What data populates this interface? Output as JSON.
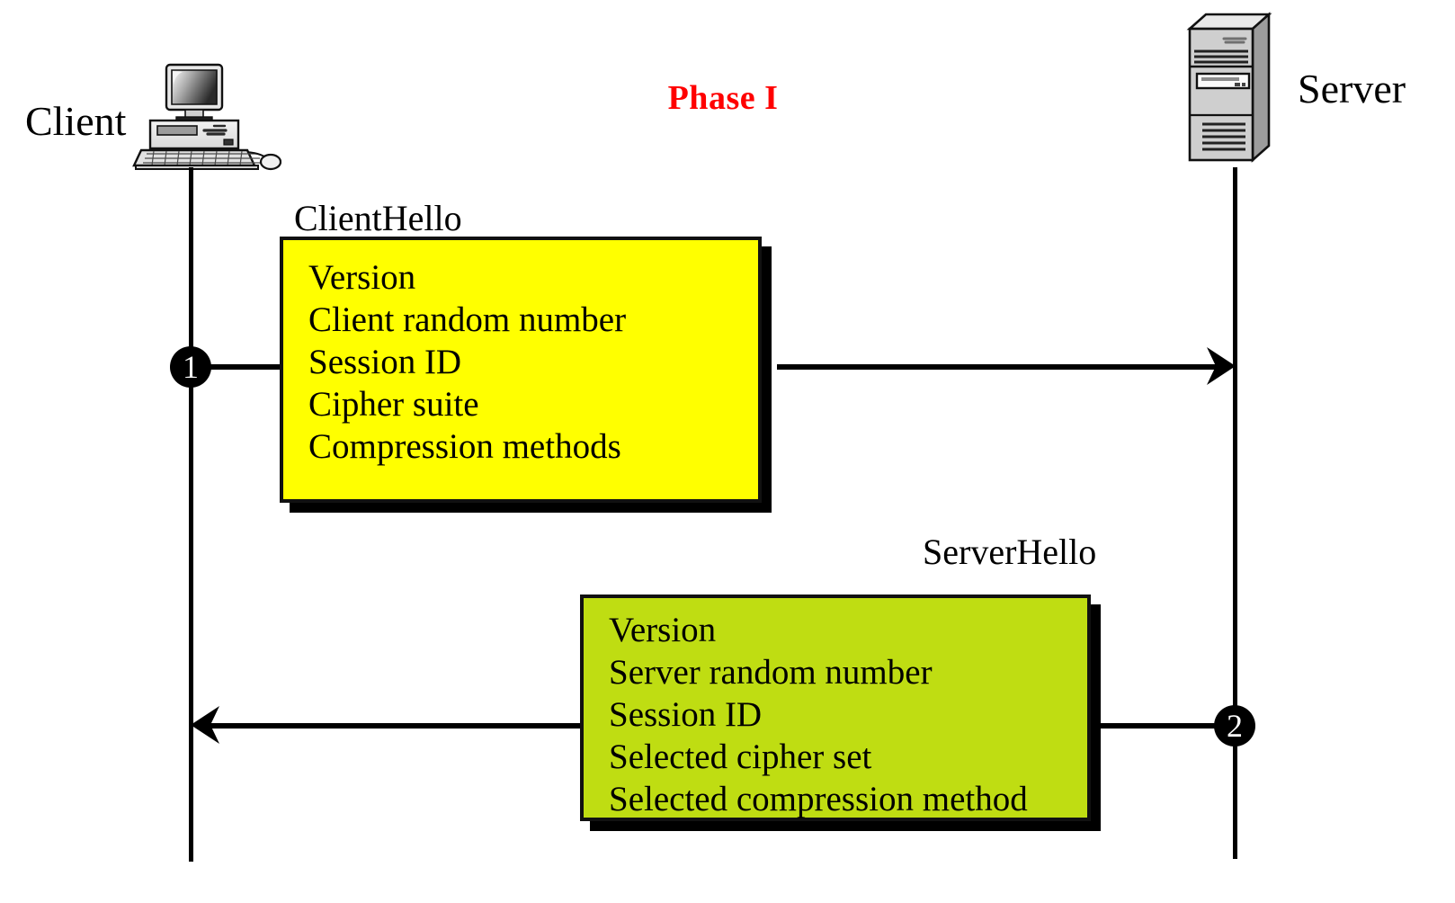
{
  "diagram": {
    "title": "Phase I",
    "title_color": "#ff0000",
    "endpoints": {
      "client_label": "Client",
      "server_label": "Server",
      "client_icon": "desktop-computer-icon",
      "server_icon": "server-tower-icon"
    },
    "messages": [
      {
        "step": "1",
        "name": "ClientHello",
        "direction": "client-to-server",
        "box_color": "#ffff00",
        "fields": [
          "Version",
          "Client random number",
          "Session ID",
          "Cipher suite",
          "Compression methods"
        ]
      },
      {
        "step": "2",
        "name": "ServerHello",
        "direction": "server-to-client",
        "box_color": "#bfdd12",
        "fields": [
          "Version",
          "Server random number",
          "Session ID",
          "Selected cipher set",
          "Selected compression method"
        ]
      }
    ]
  }
}
